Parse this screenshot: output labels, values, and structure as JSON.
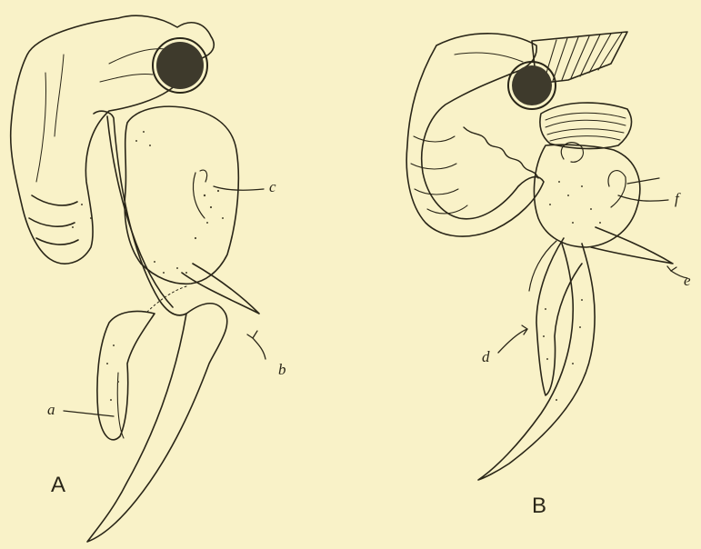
{
  "figure": {
    "panels": [
      {
        "id": "A",
        "label": "A"
      },
      {
        "id": "B",
        "label": "B"
      }
    ],
    "annotations": {
      "a": "a",
      "b": "b",
      "c": "c",
      "d": "d",
      "e": "e",
      "f": "f"
    }
  },
  "colors": {
    "background": "#f9f2c8",
    "ink": "#2a2618",
    "stipple": "#4a4430",
    "dark_fill": "#3e3a2c"
  }
}
